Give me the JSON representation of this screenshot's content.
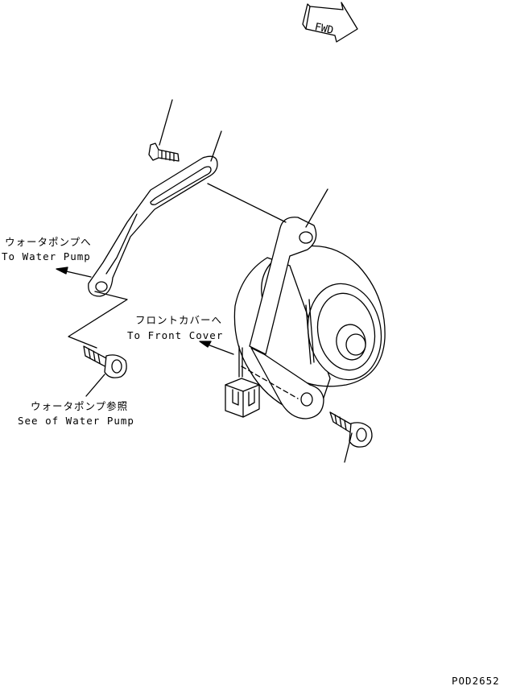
{
  "fwd_badge": "FWD",
  "labels": {
    "water_pump_jp": "ウォータポンプへ",
    "water_pump_en": "To Water Pump",
    "front_cover_jp": "フロントカバーへ",
    "front_cover_en": "To Front Cover",
    "see_water_pump_jp": "ウォータポンプ参照",
    "see_water_pump_en": "See of Water Pump"
  },
  "drawing_number": "POD2652"
}
